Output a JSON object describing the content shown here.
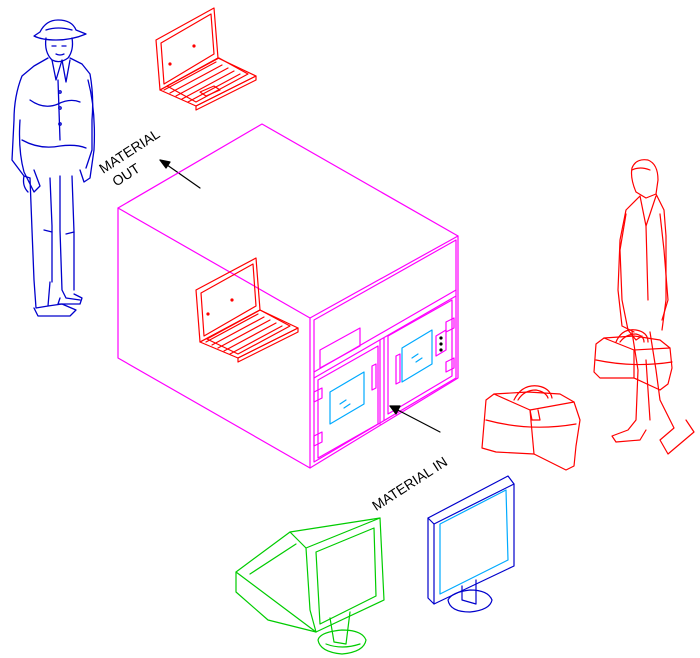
{
  "labels": {
    "material_out_line1": "MATERIAL",
    "material_out_line2": "OUT",
    "material_in": "MATERIAL IN"
  },
  "colors": {
    "cabinet": "#ff00ff",
    "laptop": "#ff0000",
    "worker": "#0000cc",
    "businessman": "#ff0000",
    "bag": "#ff0000",
    "crt_monitor": "#00cc00",
    "flat_monitor": "#0000cc",
    "monitor_screen": "#00aaff",
    "door_window": "#00aaff",
    "arrow": "#000000"
  },
  "icons": [
    "worker-figure",
    "laptop-icon",
    "pass-through-cabinet",
    "businessman-figure",
    "briefcase-icon",
    "crt-monitor-icon",
    "flat-monitor-icon"
  ]
}
